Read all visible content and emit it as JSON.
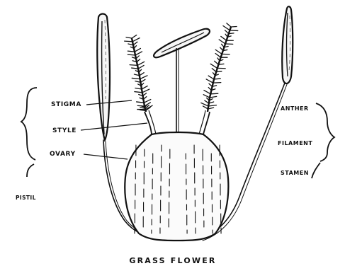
{
  "diagram": {
    "title": "GRASS FLOWER",
    "labels": {
      "stigma": "STIGMA",
      "style": "STYLE",
      "ovary": "OVARY",
      "pistil": "PISTIL",
      "anther": "ANTHER",
      "filament": "FILAMENT",
      "stamen": "STAMEN"
    },
    "colors": {
      "ink": "#111111",
      "background": "#ffffff"
    }
  }
}
